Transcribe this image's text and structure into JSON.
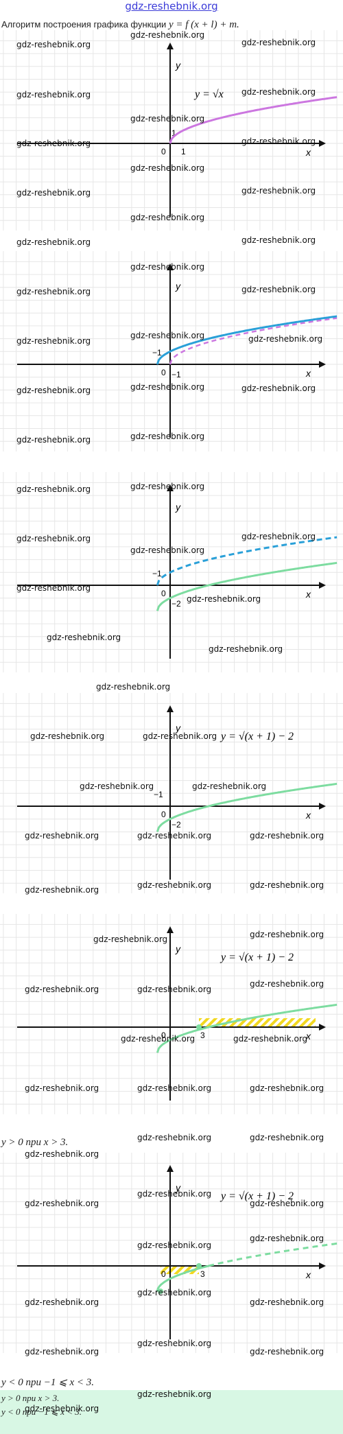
{
  "site": "gdz-reshebnik.org",
  "intro": {
    "text": "Алгоритм построения графика функции",
    "formula": "y = f (x + l) + m."
  },
  "watermark": "gdz-reshebnik.org",
  "labels": {
    "x": "x",
    "y": "y",
    "origin": "0",
    "one": "1",
    "minus_one": "−1",
    "minus_two": "−2",
    "three": "3"
  },
  "formulas": {
    "sqrt": "y = √x",
    "shifted": "y = √(x + 1) − 2"
  },
  "statements": {
    "positive": "y > 0 при x > 3.",
    "negative": "y < 0 при −1 ⩽ x < 3."
  },
  "answer": {
    "line1": "y > 0 при x > 3.",
    "line2": "y < 0 при −1 ⩽ x < 3."
  },
  "colors": {
    "purple": "#cc77e0",
    "blue": "#2aa0d8",
    "green": "#7ddca0",
    "hatch": "#f2d820",
    "grid": "#e6e6e6",
    "answer_bg": "#d8f7e4"
  }
}
